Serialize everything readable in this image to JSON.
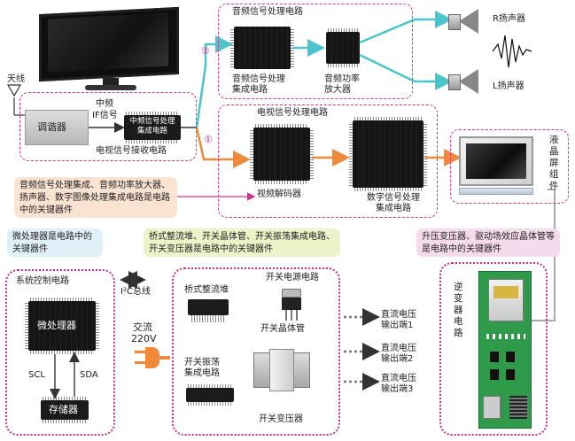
{
  "colors": {
    "magenta": "#d6338f",
    "teal": "#4cc4cc",
    "orange": "#f08a3a",
    "note_orange": "#fbe3d2",
    "note_blue": "#dff0f8",
    "note_green": "#eaf4c8",
    "note_pink": "#f5dcec"
  },
  "labels": {
    "antenna": "天线",
    "tuner": "调谐器",
    "if_top": "中频",
    "if_bottom": "IF信号",
    "if_chip": "中频信号处理\n集成电路",
    "tv_receive_circuit": "电视信号接收电路",
    "marker1": "①",
    "marker2": "②",
    "audio_circuit": "音频信号处理电路",
    "audio_ic": "音频信号处理\n集成电路",
    "audio_amp": "音频功率\n放大器",
    "speaker_r": "R扬声器",
    "speaker_l": "L扬声器",
    "video_circuit": "电视信号处理电路",
    "video_decoder": "视频解码器",
    "digital_ic": "数字信号处理\n集成电路",
    "lcd_panel": "液晶屏组件",
    "note_key_audio_video": "音频信号处理集成、音频功率放大器、扬声器、数字图像处理集成电路是电路中的关键器件",
    "note_micro": "微处理器是电路中的关键器件",
    "note_power": "桥式整流堆、开关晶体管、开关振荡集成电路、开关变压器是电路中的关键器件",
    "note_inverter": "升压变压器、驱动场效应晶体管等是电路中的关键器件",
    "system_control": "系统控制电路",
    "i2c_bus": "I²C总线",
    "microprocessor": "微处理器",
    "scl": "SCL",
    "sda": "SDA",
    "memory": "存储器",
    "ac_line1": "交流",
    "ac_line2": "220V",
    "power_circuit": "开关电源电路",
    "bridge_rectifier": "桥式整流堆",
    "switch_transistor": "开关晶体管",
    "switch_osc_ic": "开关振荡\n集成电路",
    "switch_transformer": "开关变压器",
    "dc_out1": "直流电压\n输出端1",
    "dc_out2": "直流电压\n输出端2",
    "dc_out3": "直流电压\n输出端3",
    "inverter_circuit": "逆变器电路"
  }
}
